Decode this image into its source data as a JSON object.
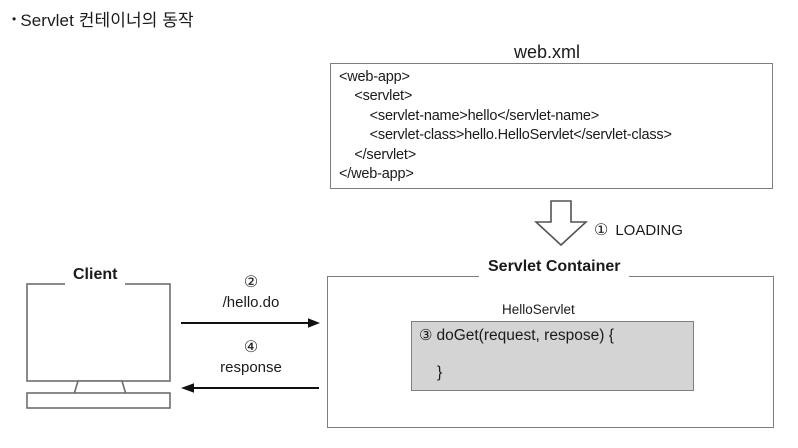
{
  "slide": {
    "bullet": "•",
    "title": "Servlet 컨테이너의 동작"
  },
  "webxml": {
    "title": "web.xml",
    "code": "<web-app>\n    <servlet>\n        <servlet-name>hello</servlet-name>\n        <servlet-class>hello.HelloServlet</servlet-class>\n    </servlet>\n</web-app>"
  },
  "loading": {
    "step": "①",
    "label": "LOADING",
    "icon": "down-block-arrow"
  },
  "container": {
    "title": "Servlet Container",
    "servlet_name": "HelloServlet",
    "method_step": "③",
    "method_signature": "doGet(request, respose) {",
    "method_close": "}"
  },
  "client": {
    "title": "Client",
    "icon": "desktop-monitor"
  },
  "flows": [
    {
      "name": "request",
      "step": "②",
      "label": "/hello.do",
      "direction": "right"
    },
    {
      "name": "response",
      "step": "④",
      "label": "response",
      "direction": "left"
    }
  ],
  "colors": {
    "border": "#7d7d7d",
    "servlet_fill": "#d4d4d4",
    "text": "#1a1a1a",
    "background": "#ffffff"
  }
}
